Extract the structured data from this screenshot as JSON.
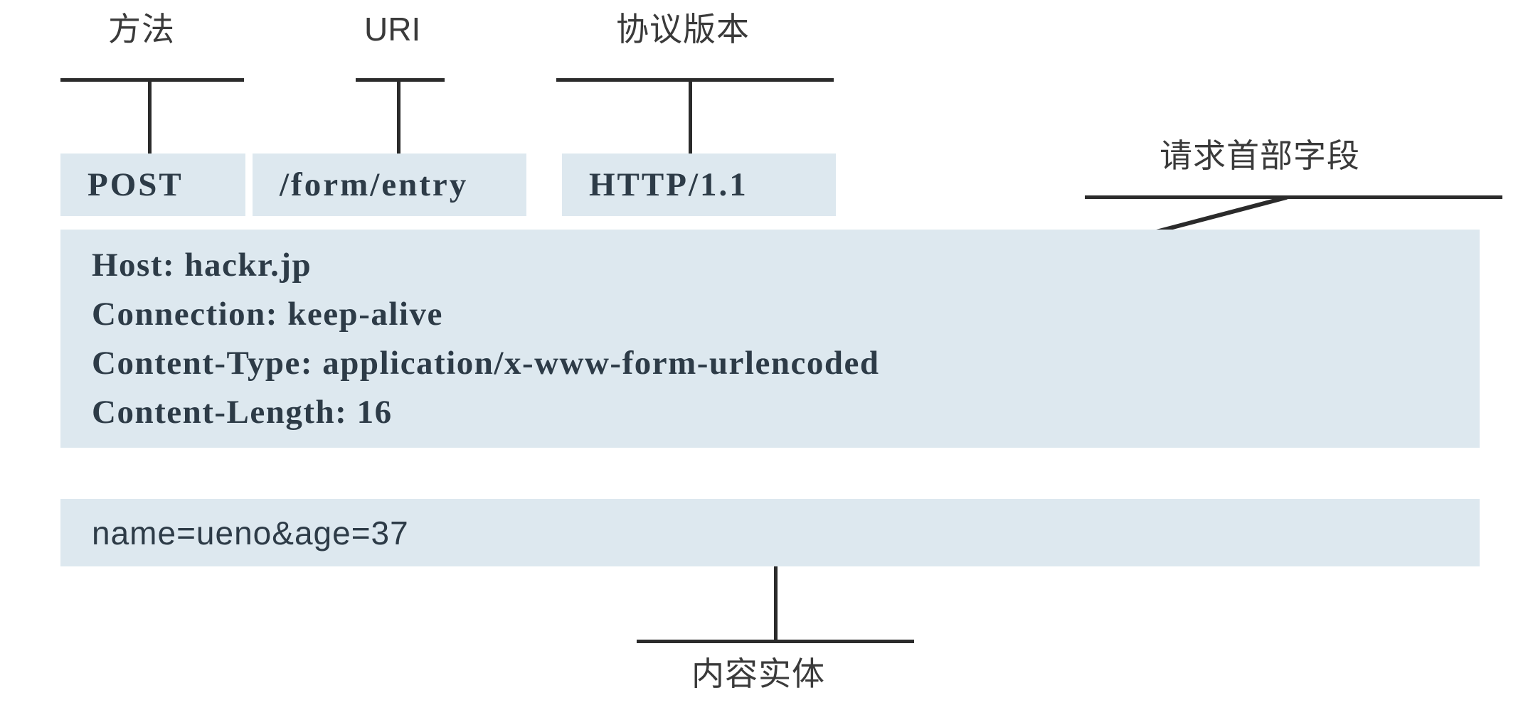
{
  "diagram": {
    "title_semantic": "HTTP POST request message structure",
    "colors": {
      "field_fill": "#dde8ef",
      "line": "#2b2b2b",
      "text": "#2d3b47",
      "label_text": "#3a3a3a",
      "background": "#ffffff"
    }
  },
  "callouts": {
    "method": "方法",
    "uri": "URI",
    "protocol_version": "协议版本",
    "request_header_fields": "请求首部字段",
    "content_entity": "内容实体"
  },
  "request_line": {
    "method": "POST",
    "uri": "/form/entry",
    "version": "HTTP/1.1"
  },
  "headers": [
    "Host: hackr.jp",
    "Connection: keep-alive",
    "Content-Type: application/x-www-form-urlencoded",
    "Content-Length: 16"
  ],
  "body": {
    "content": "name=ueno&age=37"
  }
}
